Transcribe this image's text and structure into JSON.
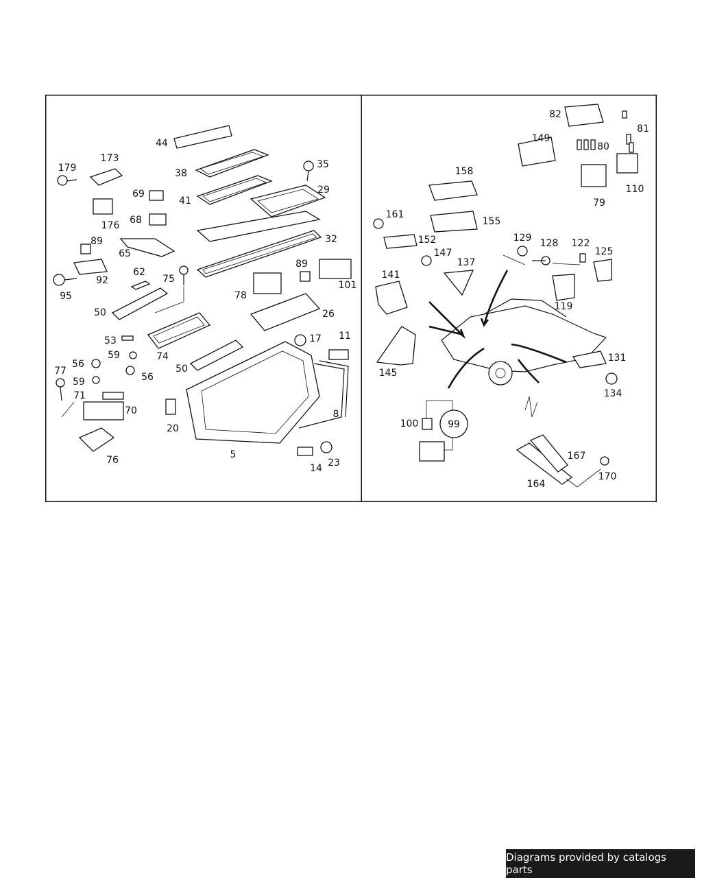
{
  "diagram": {
    "left_panel": {
      "callouts": [
        "44",
        "179",
        "173",
        "38",
        "35",
        "29",
        "69",
        "41",
        "176",
        "68",
        "89",
        "32",
        "65",
        "92",
        "95",
        "62",
        "75",
        "89",
        "78",
        "101",
        "50",
        "26",
        "74",
        "53",
        "59",
        "17",
        "11",
        "77",
        "56",
        "59",
        "56",
        "50",
        "71",
        "70",
        "20",
        "8",
        "76",
        "5",
        "14",
        "23"
      ]
    },
    "right_panel": {
      "callouts": [
        "82",
        "81",
        "149",
        "80",
        "79",
        "110",
        "158",
        "161",
        "155",
        "152",
        "129",
        "128",
        "122",
        "125",
        "147",
        "137",
        "141",
        "119",
        "145",
        "131",
        "134",
        "100",
        "99",
        "167",
        "170",
        "164"
      ]
    }
  },
  "footer": {
    "text": "Diagrams provided by catalogs parts"
  }
}
